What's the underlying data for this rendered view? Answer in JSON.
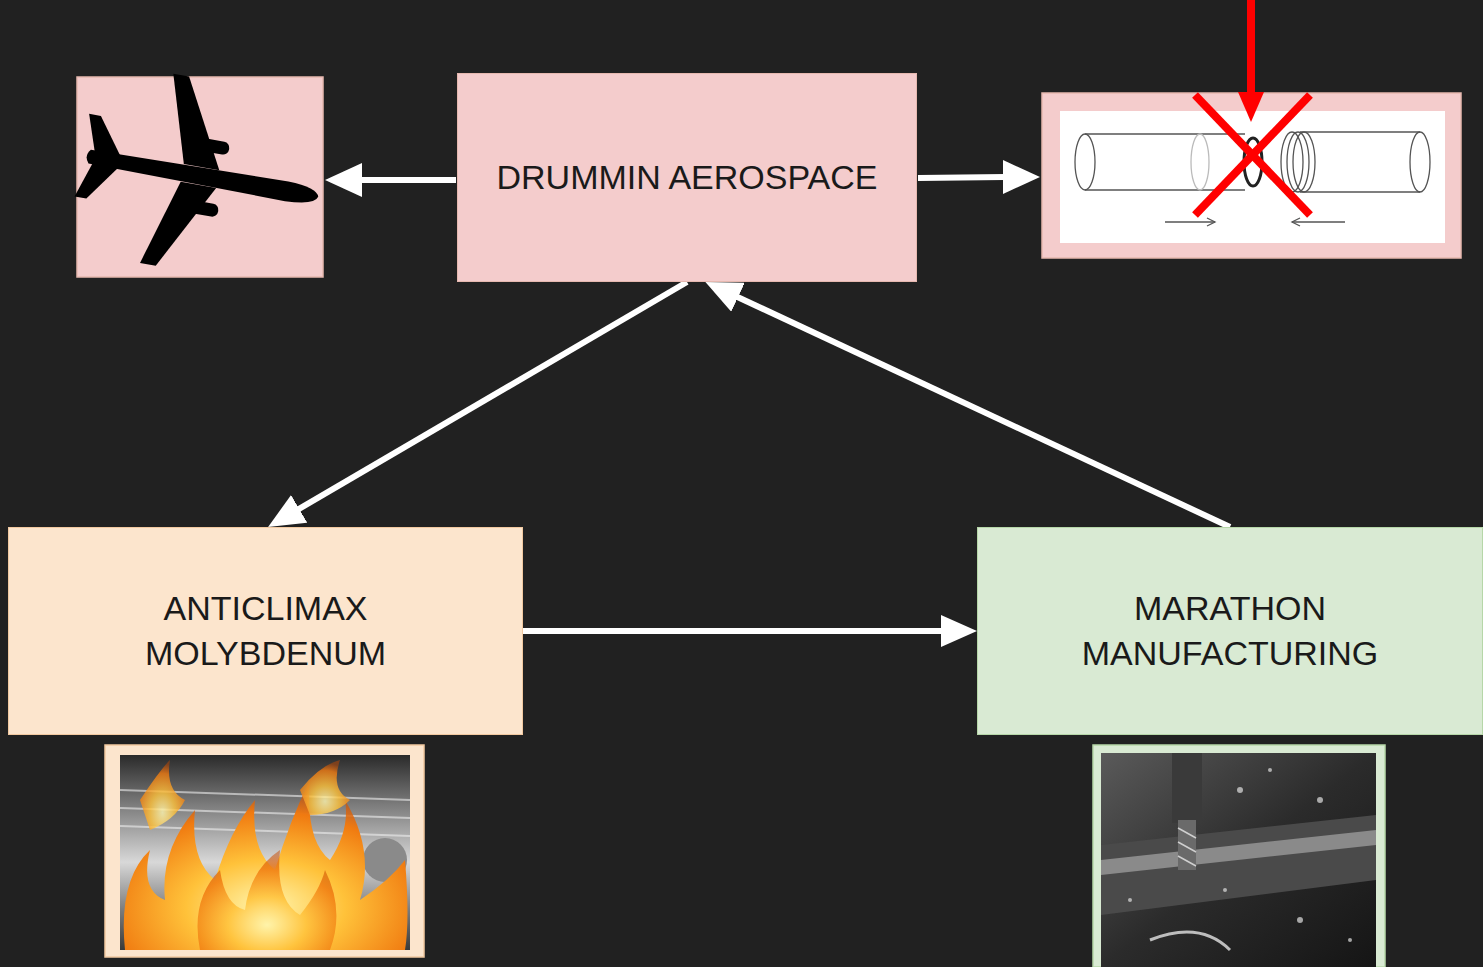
{
  "diagram": {
    "nodes": [
      {
        "text": [
          "DRUMMIN AEROSPACE"
        ]
      },
      {
        "text": [
          "ANTICLIMAX MOLYBDENUM"
        ]
      },
      {
        "text": [
          "MARATHON MANUFACTURING"
        ]
      }
    ],
    "edges": [
      {
        "from": 0,
        "to": 1,
        "arrow": "to"
      },
      {
        "from": 1,
        "to": 2,
        "arrow": "to"
      },
      {
        "from": 2,
        "to": 0,
        "arrow": "to"
      }
    ]
  }
}
